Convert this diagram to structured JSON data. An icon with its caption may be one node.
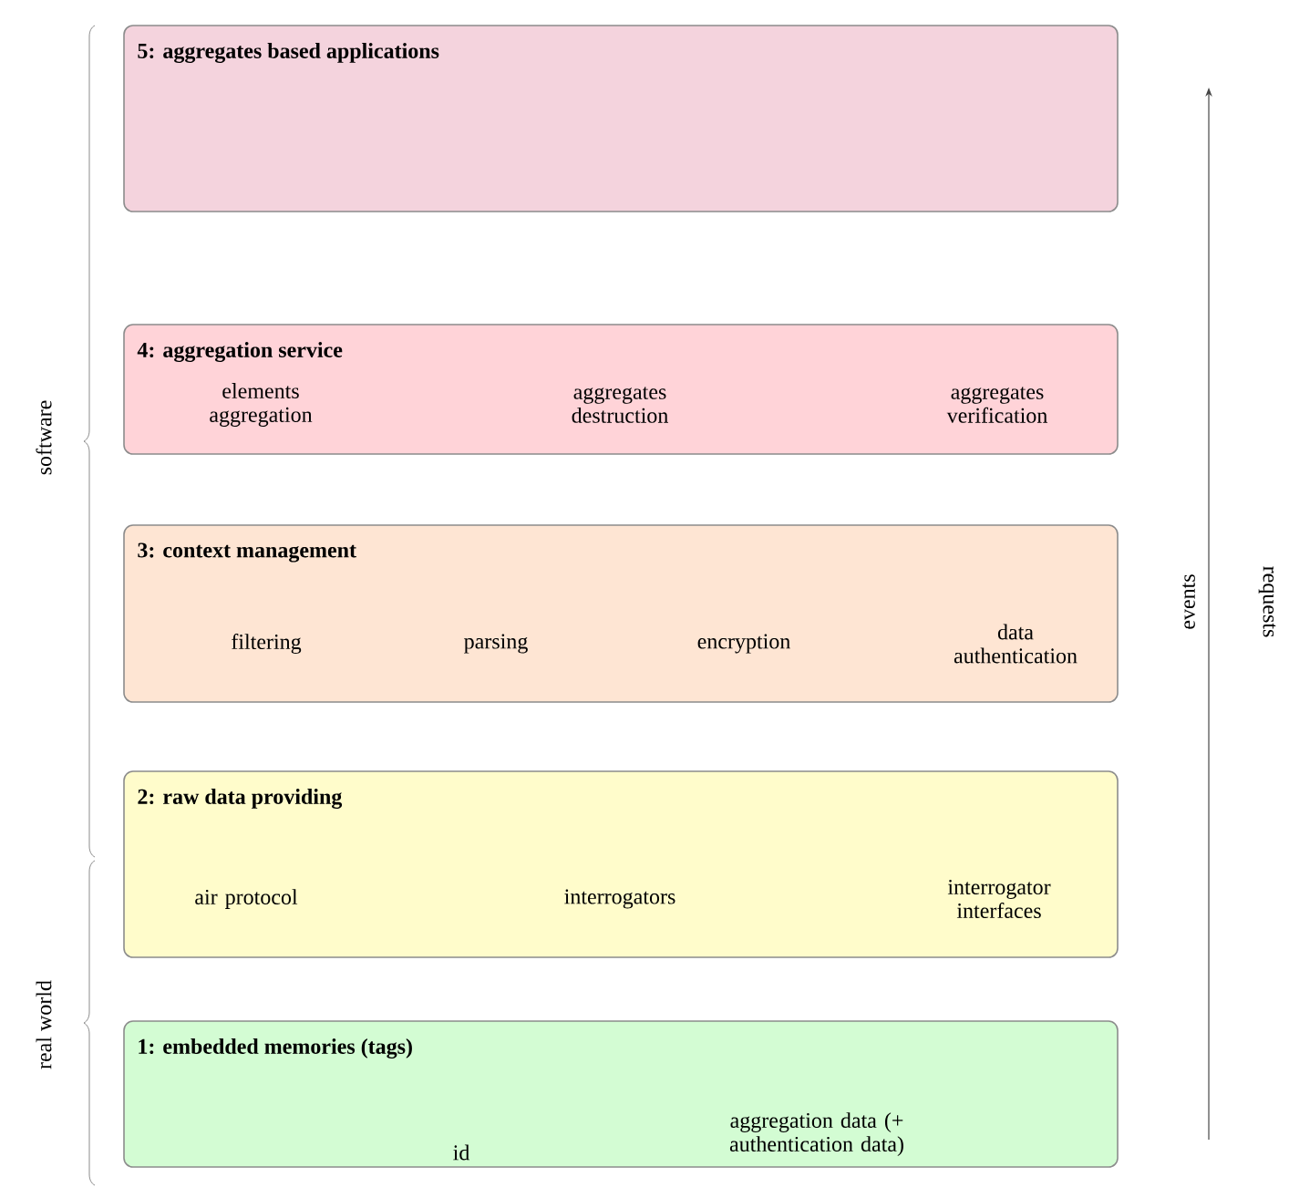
{
  "diagram": {
    "nodes": [
      {
        "text": [
          "**5: aggregates based applications**"
        ]
      },
      {
        "text": [
          "**4: aggregation service**",
          "elements aggregation",
          "aggregates destruction",
          "aggregates verification"
        ]
      },
      {
        "text": [
          "**3: context management**",
          "filtering",
          "parsing",
          "encryption",
          "data authentication"
        ]
      },
      {
        "text": [
          "**2: raw data providing**",
          "air protocol",
          "interrogators",
          "interrogator interfaces"
        ]
      },
      {
        "text": [
          "**1: embedded memories (tags)**",
          "id",
          "aggregation data (+ authentication data)"
        ]
      }
    ],
    "labels": [
      "software",
      "real world",
      "events",
      "requests"
    ]
  }
}
